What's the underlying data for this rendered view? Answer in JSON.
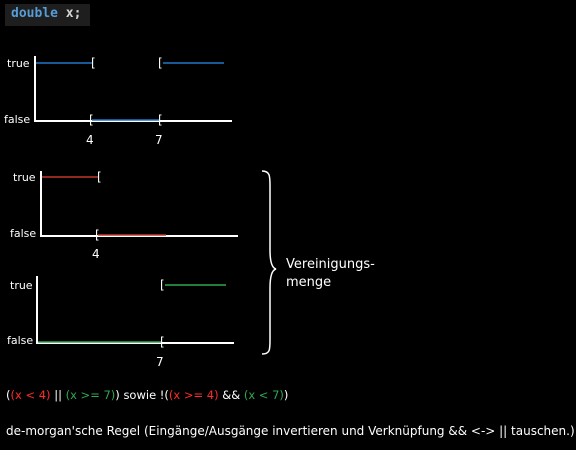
{
  "code": {
    "keyword": "double",
    "identifier": "x;"
  },
  "colors": {
    "blue": "#1f78c8",
    "red": "#c0392b",
    "green": "#2fa84f",
    "axis": "#ffffff",
    "text_red": "#ff2b2b",
    "text_green": "#2fa84f"
  },
  "chart_data": [
    {
      "type": "line",
      "y_labels": [
        "true",
        "false"
      ],
      "x_tick_labels": [
        "4",
        "7"
      ],
      "segments": [
        {
          "from": null,
          "to": 4,
          "level": "true",
          "color": "blue"
        },
        {
          "from": 4,
          "to": 7,
          "level": "false",
          "color": "blue"
        },
        {
          "from": 7,
          "to": null,
          "level": "true",
          "color": "blue"
        }
      ]
    },
    {
      "type": "line",
      "y_labels": [
        "true",
        "false"
      ],
      "x_tick_labels": [
        "4"
      ],
      "segments": [
        {
          "from": null,
          "to": 4,
          "level": "true",
          "color": "red"
        },
        {
          "from": 4,
          "to": null,
          "level": "false",
          "color": "red"
        }
      ]
    },
    {
      "type": "line",
      "y_labels": [
        "true",
        "false"
      ],
      "x_tick_labels": [
        "7"
      ],
      "segments": [
        {
          "from": null,
          "to": 7,
          "level": "false",
          "color": "green"
        },
        {
          "from": 7,
          "to": null,
          "level": "true",
          "color": "green"
        }
      ]
    }
  ],
  "union_label": {
    "line1": "Vereinigungs-",
    "line2": "menge"
  },
  "formula": {
    "p1": "(",
    "red1": "(x < 4)",
    "p2": " || ",
    "green1": "(x >= 7)",
    "p3": ") sowie !(",
    "red2": "(x >= 4)",
    "p4": " && ",
    "green2": "(x < 7)",
    "p5": ")"
  },
  "demorgan": "de-morgan'sche Regel (Eingänge/Ausgänge invertieren und Verknüpfung && <-> || tauschen.)"
}
